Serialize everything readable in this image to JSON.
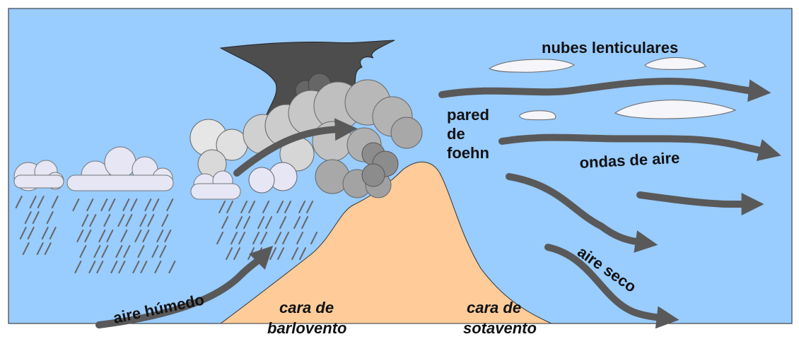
{
  "diagram": {
    "colors": {
      "sky": "#99ccff",
      "mountain": "#ffcc99",
      "arrow": "#595959",
      "storm_cloud": "#4d4d4d",
      "light_cloud": "#e6e6f5",
      "grey_cloud": "#b3b3b3",
      "rain": "#666666"
    },
    "labels": {
      "lenticular_clouds": "nubes lenticulares",
      "foehn_wall_line1": "pared",
      "foehn_wall_line2": "de",
      "foehn_wall_line3": "foehn",
      "air_waves": "ondas de aire",
      "dry_air": "aire seco",
      "humid_air": "aire húmedo",
      "windward_line1": "cara de",
      "windward_line2": "barlovento",
      "leeward_line1": "cara de",
      "leeward_line2": "sotavento"
    }
  }
}
